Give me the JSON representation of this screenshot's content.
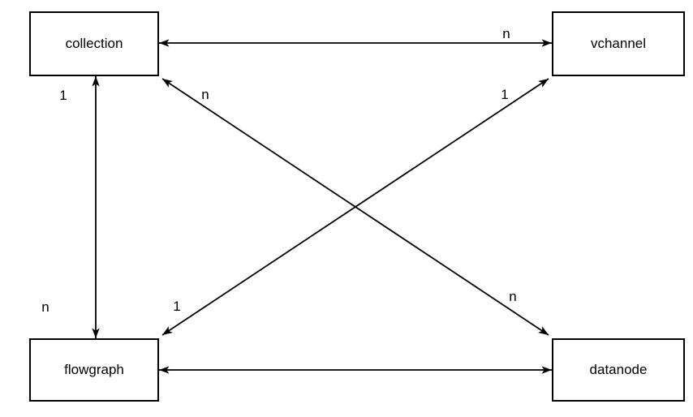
{
  "diagram": {
    "nodes": {
      "collection": "collection",
      "vchannel": "vchannel",
      "flowgraph": "flowgraph",
      "datanode": "datanode"
    },
    "edge_labels": {
      "collection_vchannel_n": "n",
      "collection_flowgraph_1": "1",
      "collection_flowgraph_n": "n",
      "collection_datanode_upper_n": "n",
      "collection_datanode_lower_n": "n",
      "flowgraph_vchannel_upper_1": "1",
      "flowgraph_vchannel_lower_1": "1"
    },
    "edges": [
      {
        "from": "collection",
        "to": "vchannel",
        "style": "double-arrow",
        "multiplicity_at_vchannel": "n"
      },
      {
        "from": "collection",
        "to": "flowgraph",
        "style": "double-arrow",
        "multiplicity_at_collection": "1",
        "multiplicity_at_flowgraph": "n"
      },
      {
        "from": "collection",
        "to": "datanode",
        "style": "double-arrow",
        "multiplicity_at_collection": "n",
        "multiplicity_at_datanode": "n"
      },
      {
        "from": "flowgraph",
        "to": "vchannel",
        "style": "double-arrow",
        "multiplicity_at_flowgraph": "1",
        "multiplicity_at_vchannel": "1"
      },
      {
        "from": "flowgraph",
        "to": "datanode",
        "style": "double-arrow"
      }
    ],
    "colors": {
      "stroke": "#000000",
      "node_fill": "#ffffff",
      "background": "#ffffff"
    }
  }
}
